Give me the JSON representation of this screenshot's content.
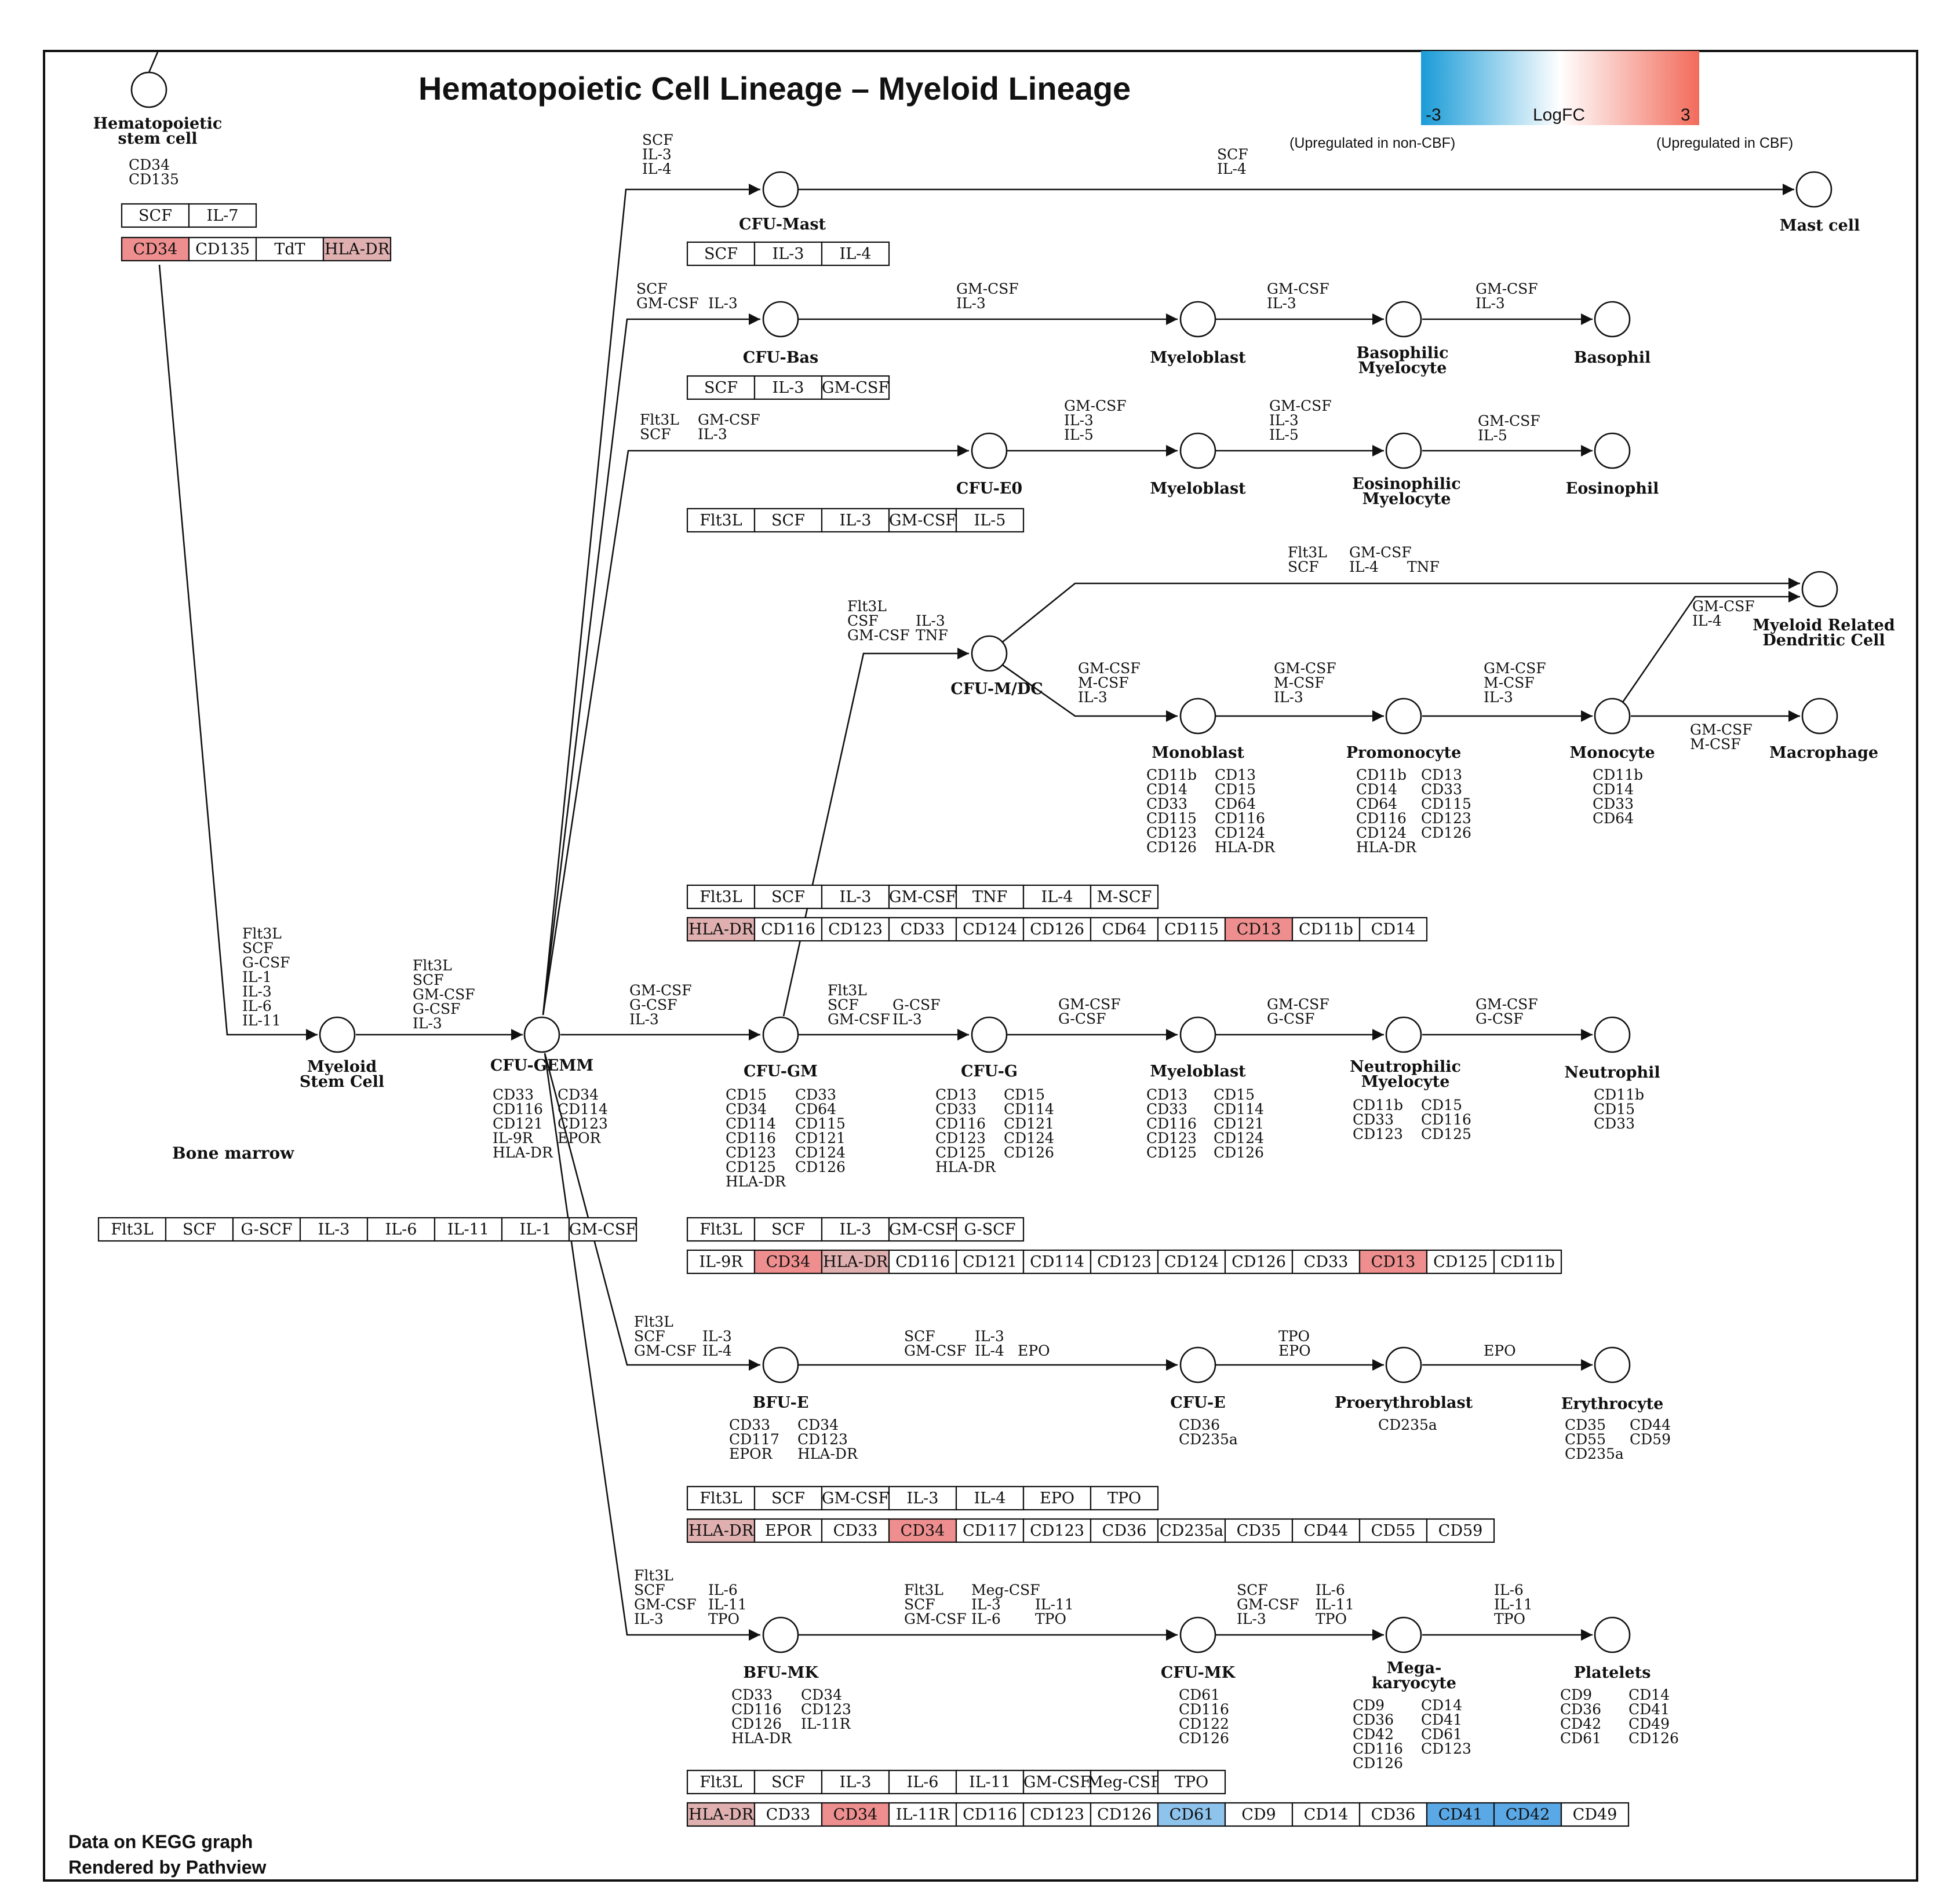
{
  "title": "Hematopoietic Cell Lineage – Myeloid Lineage",
  "legend": {
    "label": "LogFC",
    "min_label": "-3",
    "max_label": "3",
    "low_note": "(Upregulated in non-CBF)",
    "high_note": "(Upregulated in CBF)",
    "low_color": "#1a9bd7",
    "mid_color": "#ffffff",
    "high_color": "#f26b5b"
  },
  "colors": {
    "up_strong": "#ee8e8e",
    "up_mild": "#e0b0b0",
    "down": "#8ec3ec",
    "down_strong": "#5aa8e6",
    "neutral": "#ffffff"
  },
  "footer": [
    "Data on KEGG graph",
    "Rendered by Pathview"
  ],
  "region_label": "Bone marrow",
  "nodes": {
    "hsc": [
      "Hematopoietic",
      "stem cell"
    ],
    "msc": [
      "Myeloid",
      "Stem Cell"
    ],
    "gemm": [
      "CFU-GEMM"
    ],
    "cfu_mast": [
      "CFU-Mast"
    ],
    "mast": [
      "Mast cell"
    ],
    "cfu_bas": [
      "CFU-Bas"
    ],
    "myeloblast_bas": [
      "Myeloblast"
    ],
    "baso_myelocyte": [
      "Basophilic",
      "Myelocyte"
    ],
    "basophil": [
      "Basophil"
    ],
    "cfu_eo": [
      "CFU-E0"
    ],
    "myeloblast_eo": [
      "Myeloblast"
    ],
    "eo_myelocyte": [
      "Eosinophilic",
      "Myelocyte"
    ],
    "eosinophil": [
      "Eosinophil"
    ],
    "cfu_mdc": [
      "CFU-M/DC"
    ],
    "mrdc": [
      "Myeloid Related",
      "Dendritic Cell"
    ],
    "monoblast": [
      "Monoblast"
    ],
    "promonocyte": [
      "Promonocyte"
    ],
    "monocyte": [
      "Monocyte"
    ],
    "macrophage": [
      "Macrophage"
    ],
    "cfu_gm": [
      "CFU-GM"
    ],
    "cfu_g": [
      "CFU-G"
    ],
    "myeloblast_n": [
      "Myeloblast"
    ],
    "neut_myelocyte": [
      "Neutrophilic",
      "Myelocyte"
    ],
    "neutrophil": [
      "Neutrophil"
    ],
    "bfu_e": [
      "BFU-E"
    ],
    "cfu_e": [
      "CFU-E"
    ],
    "proerythroblast": [
      "Proerythroblast"
    ],
    "erythrocyte": [
      "Erythrocyte"
    ],
    "bfu_mk": [
      "BFU-MK"
    ],
    "cfu_mk": [
      "CFU-MK"
    ],
    "megakaryocyte": [
      "Mega-",
      "karyocyte"
    ],
    "platelets": [
      "Platelets"
    ]
  },
  "markers": {
    "hsc": [
      "CD34",
      "CD135"
    ],
    "gemm_a": [
      "CD33",
      "CD116",
      "CD121",
      "IL-9R",
      "HLA-DR"
    ],
    "gemm_b": [
      "CD34",
      "CD114",
      "CD123",
      "EPOR"
    ],
    "monoblast_a": [
      "CD11b",
      "CD14",
      "CD33",
      "CD115",
      "CD123",
      "CD126"
    ],
    "monoblast_b": [
      "CD13",
      "CD15",
      "CD64",
      "CD116",
      "CD124",
      "HLA-DR"
    ],
    "promonocyte_a": [
      "CD11b",
      "CD14",
      "CD64",
      "CD116",
      "CD124",
      "HLA-DR"
    ],
    "promonocyte_b": [
      "CD13",
      "CD33",
      "CD115",
      "CD123",
      "CD126"
    ],
    "monocyte": [
      "CD11b",
      "CD14",
      "CD33",
      "CD64"
    ],
    "cfu_gm_a": [
      "CD15",
      "CD34",
      "CD114",
      "CD116",
      "CD123",
      "CD125",
      "HLA-DR"
    ],
    "cfu_gm_b": [
      "CD33",
      "CD64",
      "CD115",
      "CD121",
      "CD124",
      "CD126"
    ],
    "cfu_g_a": [
      "CD13",
      "CD33",
      "CD116",
      "CD123",
      "CD125",
      "HLA-DR"
    ],
    "cfu_g_b": [
      "CD15",
      "CD114",
      "CD121",
      "CD124",
      "CD126"
    ],
    "myeloblast_n_a": [
      "CD13",
      "CD33",
      "CD116",
      "CD123",
      "CD125"
    ],
    "myeloblast_n_b": [
      "CD15",
      "CD114",
      "CD121",
      "CD124",
      "CD126"
    ],
    "neut_myelocyte_a": [
      "CD11b",
      "CD33",
      "CD123"
    ],
    "neut_myelocyte_b": [
      "CD15",
      "CD116",
      "CD125"
    ],
    "neutrophil": [
      "CD11b",
      "CD15",
      "CD33"
    ],
    "bfu_e_a": [
      "CD33",
      "CD117",
      "EPOR"
    ],
    "bfu_e_b": [
      "CD34",
      "CD123",
      "HLA-DR"
    ],
    "cfu_e": [
      "CD36",
      "CD235a"
    ],
    "proerythroblast": [
      "CD235a"
    ],
    "erythrocyte_a": [
      "CD35",
      "CD55",
      "CD235a"
    ],
    "erythrocyte_b": [
      "CD44",
      "CD59"
    ],
    "bfu_mk_a": [
      "CD33",
      "CD116",
      "CD126",
      "HLA-DR"
    ],
    "bfu_mk_b": [
      "CD34",
      "CD123",
      "IL-11R"
    ],
    "cfu_mk": [
      "CD61",
      "CD116",
      "CD122",
      "CD126"
    ],
    "megakaryocyte_a": [
      "CD9",
      "CD36",
      "CD42",
      "CD116",
      "CD126"
    ],
    "megakaryocyte_b": [
      "CD14",
      "CD41",
      "CD61",
      "CD123"
    ],
    "platelets_a": [
      "CD9",
      "CD36",
      "CD42",
      "CD61"
    ],
    "platelets_b": [
      "CD14",
      "CD41",
      "CD49",
      "CD126"
    ]
  },
  "edge_labels": {
    "hsc_msc": [
      "Flt3L",
      "SCF",
      "G-CSF",
      "IL-1",
      "IL-3",
      "IL-6",
      "IL-11"
    ],
    "msc_gemm": [
      "Flt3L",
      "SCF",
      "GM-CSF",
      "G-CSF",
      "IL-3"
    ],
    "gemm_mast": [
      "SCF",
      "IL-3",
      "IL-4"
    ],
    "mast_to_cell": [
      "SCF",
      "IL-4"
    ],
    "gemm_bas_a": [
      "SCF",
      "GM-CSF"
    ],
    "gemm_bas_b": [
      "IL-3"
    ],
    "bas_mb": [
      "GM-CSF",
      "IL-3"
    ],
    "mb_basmyel": [
      "GM-CSF",
      "IL-3"
    ],
    "basmyel_baso": [
      "GM-CSF",
      "IL-3"
    ],
    "gemm_eo_a": [
      "Flt3L",
      "SCF"
    ],
    "gemm_eo_b": [
      "GM-CSF",
      "IL-3"
    ],
    "eo_mb": [
      "GM-CSF",
      "IL-3",
      "IL-5"
    ],
    "mb_eomyel": [
      "GM-CSF",
      "IL-3",
      "IL-5"
    ],
    "eomyel_eos": [
      "GM-CSF",
      "IL-5"
    ],
    "gm_mdc_a": [
      "Flt3L",
      "CSF",
      "GM-CSF"
    ],
    "gm_mdc_b": [
      "IL-3",
      "TNF"
    ],
    "mdc_mrdc_a": [
      "Flt3L",
      "SCF"
    ],
    "mdc_mrdc_b": [
      "GM-CSF",
      "IL-4"
    ],
    "mdc_mrdc_c": [
      "TNF"
    ],
    "mdc_mono": [
      "GM-CSF",
      "M-CSF",
      "IL-3"
    ],
    "mono_promono": [
      "GM-CSF",
      "M-CSF",
      "IL-3"
    ],
    "promono_monocyte": [
      "GM-CSF",
      "M-CSF",
      "IL-3"
    ],
    "monocyte_mrdc": [
      "GM-CSF",
      "IL-4"
    ],
    "monocyte_macro": [
      "GM-CSF",
      "M-CSF"
    ],
    "gemm_gm": [
      "GM-CSF",
      "G-CSF",
      "IL-3"
    ],
    "gm_g_a": [
      "Flt3L",
      "SCF",
      "GM-CSF"
    ],
    "gm_g_b": [
      "G-CSF",
      "IL-3"
    ],
    "g_mb": [
      "GM-CSF",
      "G-CSF"
    ],
    "mb_neutmyel": [
      "GM-CSF",
      "G-CSF"
    ],
    "neutmyel_neut": [
      "GM-CSF",
      "G-CSF"
    ],
    "gemm_bfue_a": [
      "Flt3L",
      "SCF",
      "GM-CSF"
    ],
    "gemm_bfue_b": [
      "IL-3",
      "IL-4"
    ],
    "bfue_cfue_a": [
      "SCF",
      "GM-CSF"
    ],
    "bfue_cfue_b": [
      "IL-3",
      "IL-4"
    ],
    "bfue_cfue_c": [
      "EPO"
    ],
    "cfue_proery": [
      "TPO",
      "EPO"
    ],
    "proery_ery": [
      "EPO"
    ],
    "gemm_bfumk_a": [
      "Flt3L",
      "SCF",
      "GM-CSF",
      "IL-3"
    ],
    "gemm_bfumk_b": [
      "IL-6",
      "IL-11",
      "TPO"
    ],
    "bfumk_cfumk_a": [
      "Flt3L",
      "SCF",
      "GM-CSF"
    ],
    "bfumk_cfumk_b": [
      "Meg-CSF",
      "IL-3",
      "IL-6"
    ],
    "bfumk_cfumk_c": [
      "IL-11",
      "TPO"
    ],
    "cfumk_mega_a": [
      "SCF",
      "GM-CSF",
      "IL-3"
    ],
    "cfumk_mega_b": [
      "IL-6",
      "IL-11",
      "TPO"
    ],
    "mega_plt": [
      "IL-6",
      "IL-11",
      "TPO"
    ]
  },
  "boxes": {
    "hsc_cyt": [
      {
        "t": "SCF",
        "c": "none"
      },
      {
        "t": "IL-7",
        "c": "none"
      }
    ],
    "hsc_mark": [
      {
        "t": "CD34",
        "c": "up_strong"
      },
      {
        "t": "CD135",
        "c": "none"
      },
      {
        "t": "TdT",
        "c": "none"
      },
      {
        "t": "HLA-DR",
        "c": "up_mild"
      }
    ],
    "mast_cyt": [
      {
        "t": "SCF",
        "c": "none"
      },
      {
        "t": "IL-3",
        "c": "none"
      },
      {
        "t": "IL-4",
        "c": "none"
      }
    ],
    "bas_cyt": [
      {
        "t": "SCF",
        "c": "none"
      },
      {
        "t": "IL-3",
        "c": "none"
      },
      {
        "t": "GM-CSF",
        "c": "none"
      }
    ],
    "eo_cyt": [
      {
        "t": "Flt3L",
        "c": "none"
      },
      {
        "t": "SCF",
        "c": "none"
      },
      {
        "t": "IL-3",
        "c": "none"
      },
      {
        "t": "GM-CSF",
        "c": "none"
      },
      {
        "t": "IL-5",
        "c": "none"
      }
    ],
    "mono_cyt": [
      {
        "t": "Flt3L",
        "c": "none"
      },
      {
        "t": "SCF",
        "c": "none"
      },
      {
        "t": "IL-3",
        "c": "none"
      },
      {
        "t": "GM-CSF",
        "c": "none"
      },
      {
        "t": "TNF",
        "c": "none"
      },
      {
        "t": "IL-4",
        "c": "none"
      },
      {
        "t": "M-SCF",
        "c": "none"
      }
    ],
    "mono_mark": [
      {
        "t": "HLA-DR",
        "c": "up_mild"
      },
      {
        "t": "CD116",
        "c": "none"
      },
      {
        "t": "CD123",
        "c": "none"
      },
      {
        "t": "CD33",
        "c": "none"
      },
      {
        "t": "CD124",
        "c": "none"
      },
      {
        "t": "CD126",
        "c": "none"
      },
      {
        "t": "CD64",
        "c": "none"
      },
      {
        "t": "CD115",
        "c": "none"
      },
      {
        "t": "CD13",
        "c": "up_strong"
      },
      {
        "t": "CD11b",
        "c": "none"
      },
      {
        "t": "CD14",
        "c": "none"
      }
    ],
    "gemm_cyt": [
      {
        "t": "Flt3L",
        "c": "none"
      },
      {
        "t": "SCF",
        "c": "none"
      },
      {
        "t": "G-SCF",
        "c": "none"
      },
      {
        "t": "IL-3",
        "c": "none"
      },
      {
        "t": "IL-6",
        "c": "none"
      },
      {
        "t": "IL-11",
        "c": "none"
      },
      {
        "t": "IL-1",
        "c": "none"
      },
      {
        "t": "GM-CSF",
        "c": "none"
      }
    ],
    "neut_cyt": [
      {
        "t": "Flt3L",
        "c": "none"
      },
      {
        "t": "SCF",
        "c": "none"
      },
      {
        "t": "IL-3",
        "c": "none"
      },
      {
        "t": "GM-CSF",
        "c": "none"
      },
      {
        "t": "G-SCF",
        "c": "none"
      }
    ],
    "neut_mark": [
      {
        "t": "IL-9R",
        "c": "none"
      },
      {
        "t": "CD34",
        "c": "up_strong"
      },
      {
        "t": "HLA-DR",
        "c": "up_mild"
      },
      {
        "t": "CD116",
        "c": "none"
      },
      {
        "t": "CD121",
        "c": "none"
      },
      {
        "t": "CD114",
        "c": "none"
      },
      {
        "t": "CD123",
        "c": "none"
      },
      {
        "t": "CD124",
        "c": "none"
      },
      {
        "t": "CD126",
        "c": "none"
      },
      {
        "t": "CD33",
        "c": "none"
      },
      {
        "t": "CD13",
        "c": "up_strong"
      },
      {
        "t": "CD125",
        "c": "none"
      },
      {
        "t": "CD11b",
        "c": "none"
      }
    ],
    "ery_cyt": [
      {
        "t": "Flt3L",
        "c": "none"
      },
      {
        "t": "SCF",
        "c": "none"
      },
      {
        "t": "GM-CSF",
        "c": "none"
      },
      {
        "t": "IL-3",
        "c": "none"
      },
      {
        "t": "IL-4",
        "c": "none"
      },
      {
        "t": "EPO",
        "c": "none"
      },
      {
        "t": "TPO",
        "c": "none"
      }
    ],
    "ery_mark": [
      {
        "t": "HLA-DR",
        "c": "up_mild"
      },
      {
        "t": "EPOR",
        "c": "none"
      },
      {
        "t": "CD33",
        "c": "none"
      },
      {
        "t": "CD34",
        "c": "up_strong"
      },
      {
        "t": "CD117",
        "c": "none"
      },
      {
        "t": "CD123",
        "c": "none"
      },
      {
        "t": "CD36",
        "c": "none"
      },
      {
        "t": "CD235a",
        "c": "none"
      },
      {
        "t": "CD35",
        "c": "none"
      },
      {
        "t": "CD44",
        "c": "none"
      },
      {
        "t": "CD55",
        "c": "none"
      },
      {
        "t": "CD59",
        "c": "none"
      }
    ],
    "mk_cyt": [
      {
        "t": "Flt3L",
        "c": "none"
      },
      {
        "t": "SCF",
        "c": "none"
      },
      {
        "t": "IL-3",
        "c": "none"
      },
      {
        "t": "IL-6",
        "c": "none"
      },
      {
        "t": "IL-11",
        "c": "none"
      },
      {
        "t": "GM-CSF",
        "c": "none"
      },
      {
        "t": "Meg-CSF",
        "c": "none"
      },
      {
        "t": "TPO",
        "c": "none"
      }
    ],
    "mk_mark": [
      {
        "t": "HLA-DR",
        "c": "up_mild"
      },
      {
        "t": "CD33",
        "c": "none"
      },
      {
        "t": "CD34",
        "c": "up_strong"
      },
      {
        "t": "IL-11R",
        "c": "none"
      },
      {
        "t": "CD116",
        "c": "none"
      },
      {
        "t": "CD123",
        "c": "none"
      },
      {
        "t": "CD126",
        "c": "none"
      },
      {
        "t": "CD61",
        "c": "down"
      },
      {
        "t": "CD9",
        "c": "none"
      },
      {
        "t": "CD14",
        "c": "none"
      },
      {
        "t": "CD36",
        "c": "none"
      },
      {
        "t": "CD41",
        "c": "down_strong"
      },
      {
        "t": "CD42",
        "c": "down_strong"
      },
      {
        "t": "CD49",
        "c": "none"
      }
    ]
  }
}
